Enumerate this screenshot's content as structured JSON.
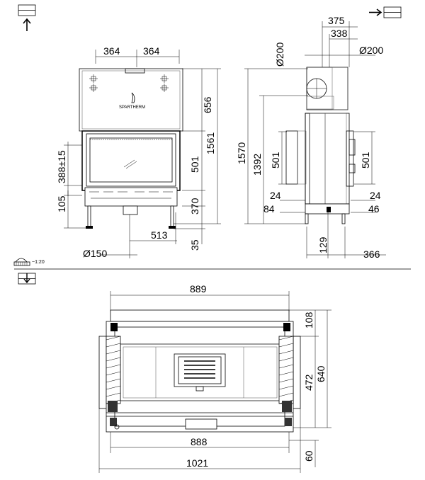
{
  "icons": {
    "front_view": "arrow-up-box-icon",
    "side_view": "arrow-right-box-icon",
    "top_view": "arrow-down-box-icon",
    "scale_symbol": "scale-icon"
  },
  "scale": "~1:20",
  "brand": "SPARTHERM",
  "front": {
    "w_left": "364",
    "w_right": "364",
    "h_upper": "656",
    "h_total": "1561",
    "h_glass": "501",
    "h_lower": "370",
    "h_feet": "35",
    "h_door": "388±15",
    "h_base": "105",
    "w_pipe": "513",
    "d_pipe": "Ø150"
  },
  "side": {
    "d_flue_left": "Ø200",
    "d_flue_right": "Ø200",
    "w_outer": "375",
    "w_inner": "338",
    "h_total": "1570",
    "h_inner": "1392",
    "h_glass_l": "501",
    "h_glass_r": "501",
    "d_24_l": "24",
    "d_24_r": "24",
    "d_84": "84",
    "d_46": "46",
    "d_129": "129",
    "d_366": "366"
  },
  "top": {
    "w_top": "889",
    "w_inner": "888",
    "w_total": "1021",
    "d_108": "108",
    "d_472": "472",
    "d_640": "640",
    "d_60": "60"
  }
}
